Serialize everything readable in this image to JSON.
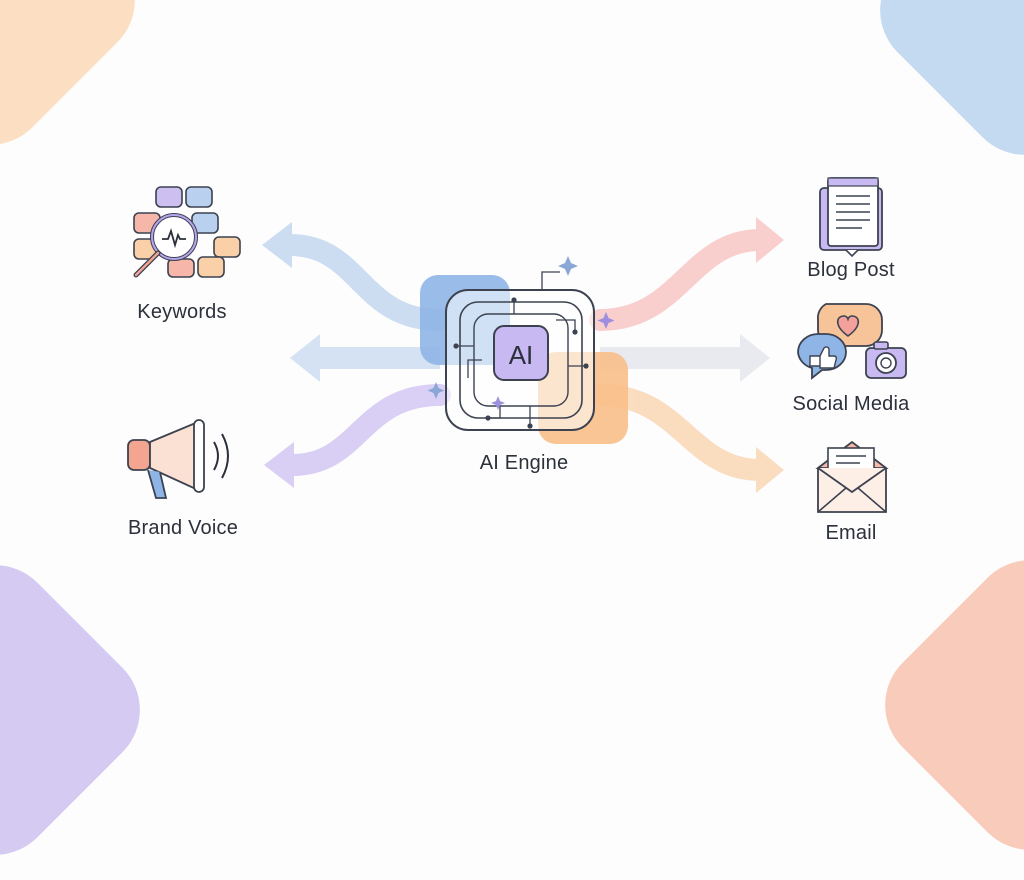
{
  "diagram": {
    "hub": {
      "badge": "AI",
      "label": "AI Engine"
    },
    "inputs": [
      {
        "label": "Keywords",
        "icon": "keyword-search-icon"
      },
      {
        "label": "Brand Voice",
        "icon": "megaphone-icon"
      }
    ],
    "outputs": [
      {
        "label": "Blog Post",
        "icon": "blog-document-icon"
      },
      {
        "label": "Social Media",
        "icon": "social-media-icon"
      },
      {
        "label": "Email",
        "icon": "email-envelope-icon"
      }
    ]
  },
  "colors": {
    "blue": "#a9c9ee",
    "peach": "#f9c9a3",
    "lavender": "#c8b9ef",
    "coral": "#f6b3a3",
    "pink": "#f7b4b1",
    "orange": "#f8c58e",
    "gray": "#dfe2ea",
    "ink": "#2b303a"
  }
}
